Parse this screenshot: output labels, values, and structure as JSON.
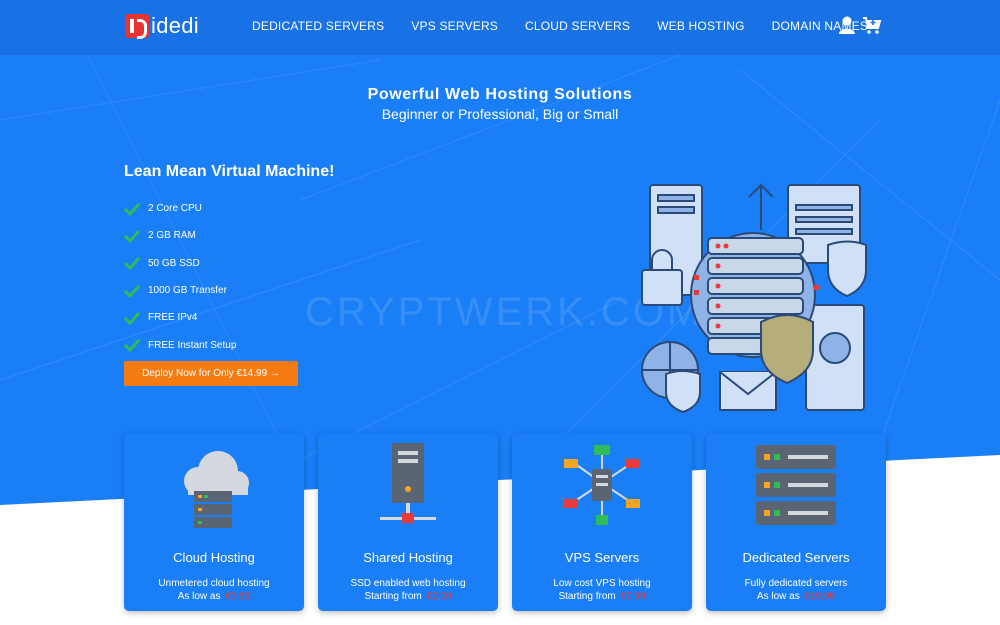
{
  "brand": {
    "name": "idedi"
  },
  "nav": {
    "links": [
      "DEDICATED SERVERS",
      "VPS SERVERS",
      "CLOUD SERVERS",
      "WEB HOSTING",
      "DOMAIN NAMES"
    ],
    "icons": [
      "user-icon",
      "cart-icon"
    ]
  },
  "hero": {
    "title": "Powerful Web Hosting Solutions",
    "subtitle": "Beginner or Professional, Big or Small"
  },
  "plan": {
    "title": "Lean Mean Virtual Machine!",
    "features": [
      "2 Core CPU",
      "2 GB RAM",
      "50 GB SSD",
      "1000 GB Transfer",
      "FREE IPv4",
      "FREE Instant Setup"
    ],
    "cta_label": "Deploy Now for Only €14.99 →"
  },
  "watermark": "CRYPTWERK.COM",
  "cards": [
    {
      "title": "Cloud Hosting",
      "desc": "Unmetered cloud hosting",
      "price_prefix": "As low as",
      "price": "€3.99",
      "icon": "cloud-server-icon"
    },
    {
      "title": "Shared Hosting",
      "desc": "SSD enabled web hosting",
      "price_prefix": "Starting from",
      "price": "€2.00",
      "icon": "server-tower-icon"
    },
    {
      "title": "VPS Servers",
      "desc": "Low cost VPS hosting",
      "price_prefix": "Starting from",
      "price": "€7.99",
      "icon": "vps-network-icon"
    },
    {
      "title": "Dedicated Servers",
      "desc": "Fully dedicated servers",
      "price_prefix": "As low as",
      "price": "€19.99",
      "icon": "server-rack-icon"
    }
  ],
  "colors": {
    "primary": "#1a7ef6",
    "nav": "#1872e6",
    "cta": "#f57c12",
    "price": "#e83a3a",
    "check": "#2ebd59"
  }
}
